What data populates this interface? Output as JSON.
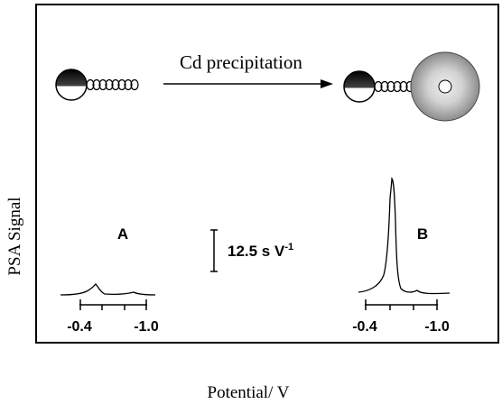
{
  "arrow_label": "Cd precipitation",
  "y_axis_label": "PSA Signal",
  "x_axis_label": "Potential/ V",
  "scale_bar_label": "12.5 s V",
  "scale_bar_superscript": "-1",
  "panels": [
    {
      "letter": "A",
      "tick_left": "-0.4",
      "tick_right": "-1.0"
    },
    {
      "letter": "B",
      "tick_left": "-0.4",
      "tick_right": "-1.0"
    }
  ],
  "colors": {
    "ink": "#000000",
    "background": "#ffffff"
  }
}
